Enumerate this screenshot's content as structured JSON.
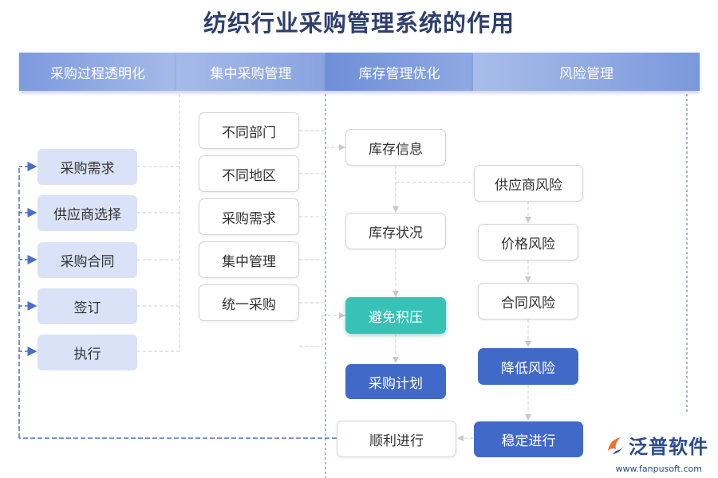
{
  "title": "纺织行业采购管理系统的作用",
  "headers": [
    "采购过程透明化",
    "集中采购管理",
    "库存管理优化",
    "风险管理"
  ],
  "col1": [
    "采购需求",
    "供应商选择",
    "采购合同",
    "签订",
    "执行"
  ],
  "col2": [
    "不同部门",
    "不同地区",
    "采购需求",
    "集中管理",
    "统一采购"
  ],
  "col3": {
    "inventory_info": "库存信息",
    "inventory_status": "库存状况",
    "avoid_overstock": "避免积压",
    "purchase_plan": "采购计划",
    "smooth_progress": "顺利进行"
  },
  "col4": {
    "supplier_risk": "供应商风险",
    "price_risk": "价格风险",
    "contract_risk": "合同风险",
    "reduce_risk": "降低风险",
    "stable_progress": "稳定进行"
  },
  "logo": {
    "name": "泛普软件",
    "url": "www.fanpusoft.com"
  },
  "colors": {
    "header_gradient_start": "#6f8fd8",
    "header_gradient_end": "#a9bde9",
    "dark_box": "#4169c8",
    "teal_box": "#36c3b5",
    "light_box": "#d9e2f6",
    "connector": "#4a6fc8"
  }
}
